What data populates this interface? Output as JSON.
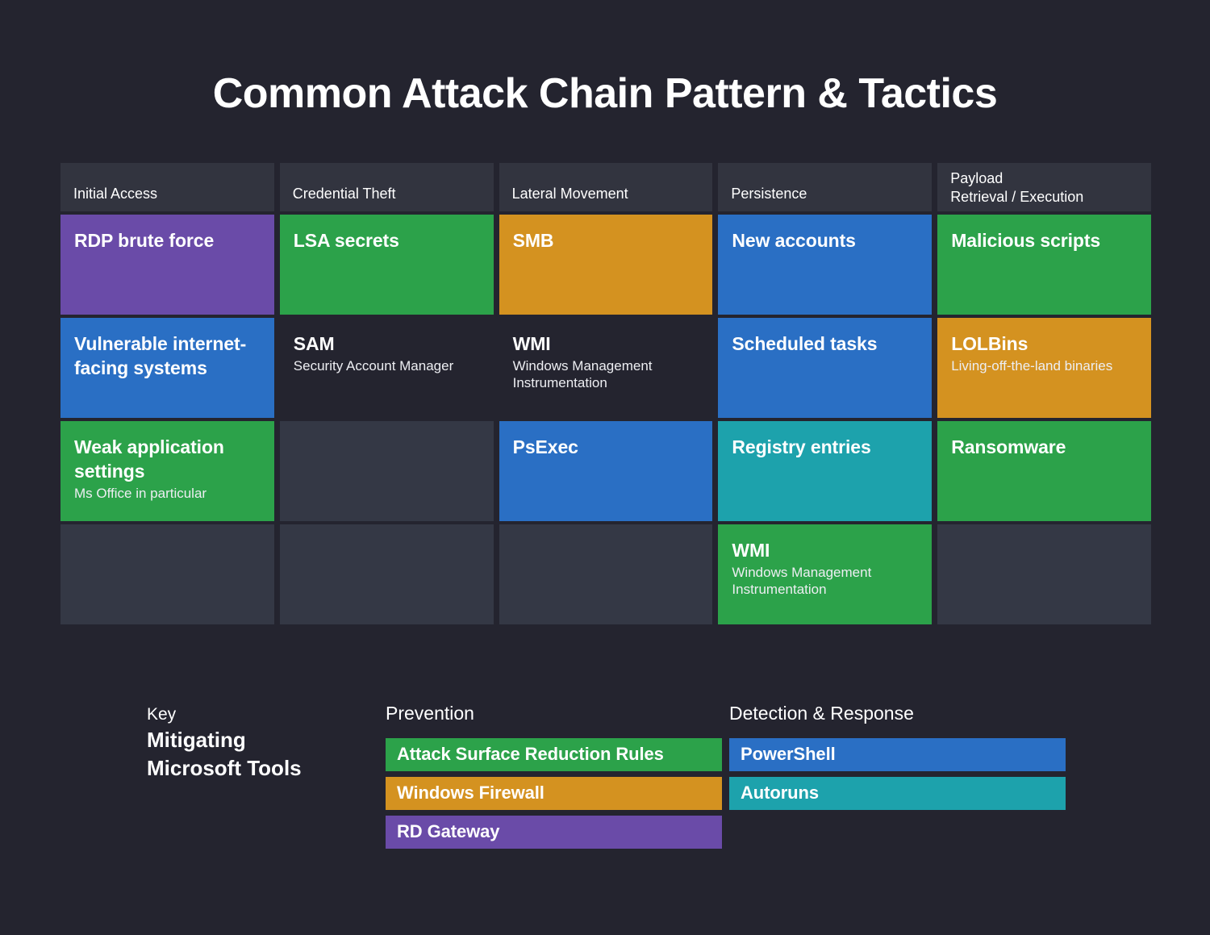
{
  "page": {
    "title": "Common Attack Chain Pattern & Tactics",
    "background_color": "#24242F"
  },
  "palette": {
    "purple": "#6A4BA8",
    "green": "#2CA24A",
    "orange": "#D49220",
    "blue": "#2A6FC4",
    "teal": "#1DA2AC",
    "empty_cell": "#343845",
    "header_cell": "#32343F",
    "text": "#FFFFFF"
  },
  "matrix": {
    "columns": [
      {
        "label": "Initial Access"
      },
      {
        "label": "Credential Theft"
      },
      {
        "label": "Lateral Movement"
      },
      {
        "label": "Persistence"
      },
      {
        "label": "Payload\nRetrieval / Execution"
      }
    ],
    "rows": [
      [
        {
          "title": "RDP brute force",
          "sub": "",
          "color": "purple"
        },
        {
          "title": "LSA secrets",
          "sub": "",
          "color": "green"
        },
        {
          "title": "SMB",
          "sub": "",
          "color": "orange"
        },
        {
          "title": "New accounts",
          "sub": "",
          "color": "blue"
        },
        {
          "title": "Malicious scripts",
          "sub": "",
          "color": "green"
        }
      ],
      [
        {
          "title": "Vulnerable internet-facing systems",
          "sub": "",
          "color": "blue"
        },
        {
          "title": "SAM",
          "sub": "Security Account Manager",
          "color": "none"
        },
        {
          "title": "WMI",
          "sub": "Windows Management Instrumentation",
          "color": "none"
        },
        {
          "title": "Scheduled tasks",
          "sub": "",
          "color": "blue"
        },
        {
          "title": "LOLBins",
          "sub": "Living-off-the-land binaries",
          "color": "orange"
        }
      ],
      [
        {
          "title": "Weak application settings",
          "sub": "Ms Office in particular",
          "color": "green"
        },
        {
          "title": "",
          "sub": "",
          "color": "empty"
        },
        {
          "title": "PsExec",
          "sub": "",
          "color": "blue"
        },
        {
          "title": "Registry entries",
          "sub": "",
          "color": "teal"
        },
        {
          "title": "Ransomware",
          "sub": "",
          "color": "green"
        }
      ],
      [
        {
          "title": "",
          "sub": "",
          "color": "empty"
        },
        {
          "title": "",
          "sub": "",
          "color": "empty"
        },
        {
          "title": "",
          "sub": "",
          "color": "empty"
        },
        {
          "title": "WMI",
          "sub": "Windows Management Instrumentation",
          "color": "green"
        },
        {
          "title": "",
          "sub": "",
          "color": "empty"
        }
      ]
    ]
  },
  "legend": {
    "key_label": "Key",
    "key_title": "Mitigating\nMicrosoft Tools",
    "groups": [
      {
        "heading": "Prevention",
        "items": [
          {
            "label": "Attack Surface Reduction Rules",
            "color": "green"
          },
          {
            "label": "Windows Firewall",
            "color": "orange"
          },
          {
            "label": "RD Gateway",
            "color": "purple"
          }
        ]
      },
      {
        "heading": "Detection & Response",
        "items": [
          {
            "label": "PowerShell",
            "color": "blue"
          },
          {
            "label": "Autoruns",
            "color": "teal"
          }
        ]
      }
    ]
  }
}
